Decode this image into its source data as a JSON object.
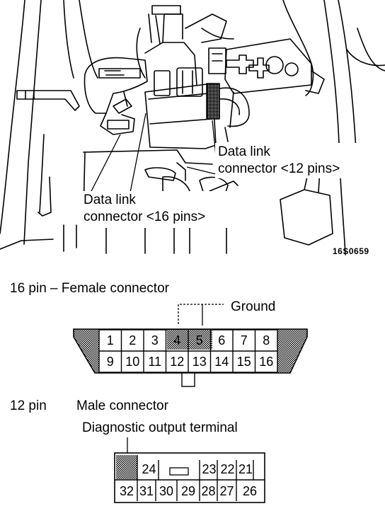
{
  "illustration": {
    "label_12pin_line1": "Data link",
    "label_12pin_line2": "connector <12 pins>",
    "label_16pin_line1": "Data link",
    "label_16pin_line2": "connector <16 pins>",
    "figure_code": "16S0659"
  },
  "connector16": {
    "heading": "16 pin – Female connector",
    "ground_label": "Ground",
    "top_row": [
      "1",
      "2",
      "3",
      "4",
      "5",
      "6",
      "7",
      "8"
    ],
    "bottom_row": [
      "9",
      "10",
      "11",
      "12",
      "13",
      "14",
      "15",
      "16"
    ],
    "hatched_top": [
      "4",
      "5"
    ]
  },
  "connector12": {
    "heading_pin": "12 pin",
    "heading_type": "Male connector",
    "terminal_label": "Diagnostic output terminal",
    "top_row": [
      "24",
      "23",
      "22",
      "21"
    ],
    "bottom_row": [
      "32",
      "31",
      "30",
      "29",
      "28",
      "27",
      "26"
    ]
  }
}
